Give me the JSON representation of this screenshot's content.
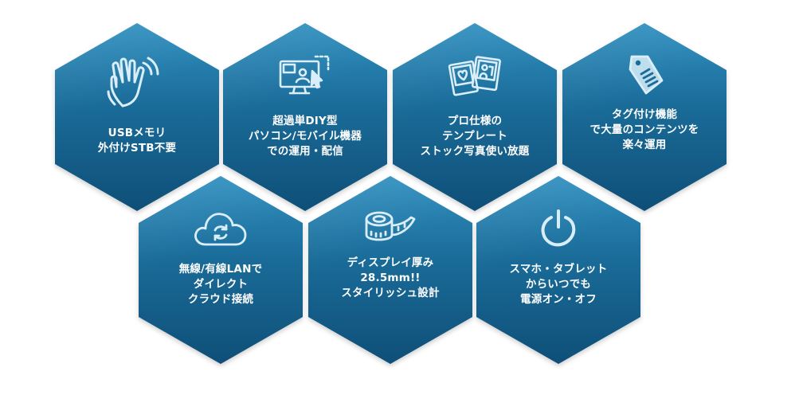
{
  "features": [
    {
      "id": "usb",
      "icon": "wave-hand-icon",
      "lines": [
        "USBメモリ",
        "外付けSTB不要"
      ]
    },
    {
      "id": "diy",
      "icon": "monitor-cursor-icon",
      "lines": [
        "超過単DIY型",
        "パソコン/モバイル機器",
        "での運用・配信"
      ]
    },
    {
      "id": "template",
      "icon": "photo-cards-icon",
      "lines": [
        "プロ仕様の",
        "テンプレート",
        "ストック写真使い放題"
      ]
    },
    {
      "id": "tag",
      "icon": "price-tag-icon",
      "lines": [
        "タグ付け機能",
        "で大量のコンテンツを",
        "楽々運用"
      ]
    },
    {
      "id": "lan",
      "icon": "cloud-sync-icon",
      "lines": [
        "無線/有線LANで",
        "ダイレクト",
        "クラウド接続"
      ]
    },
    {
      "id": "thin",
      "icon": "tape-measure-icon",
      "lines": [
        "ディスプレイ厚み",
        "28.5mm!!",
        "スタイリッシュ設計"
      ]
    },
    {
      "id": "power",
      "icon": "power-icon",
      "lines": [
        "スマホ・タブレット",
        "からいつでも",
        "電源オン・オフ"
      ]
    }
  ],
  "colors": {
    "hex_top": "#2f8fbf",
    "hex_bottom": "#0e4f78",
    "text": "#ffffff",
    "icon_stroke": "#d9eef8"
  }
}
